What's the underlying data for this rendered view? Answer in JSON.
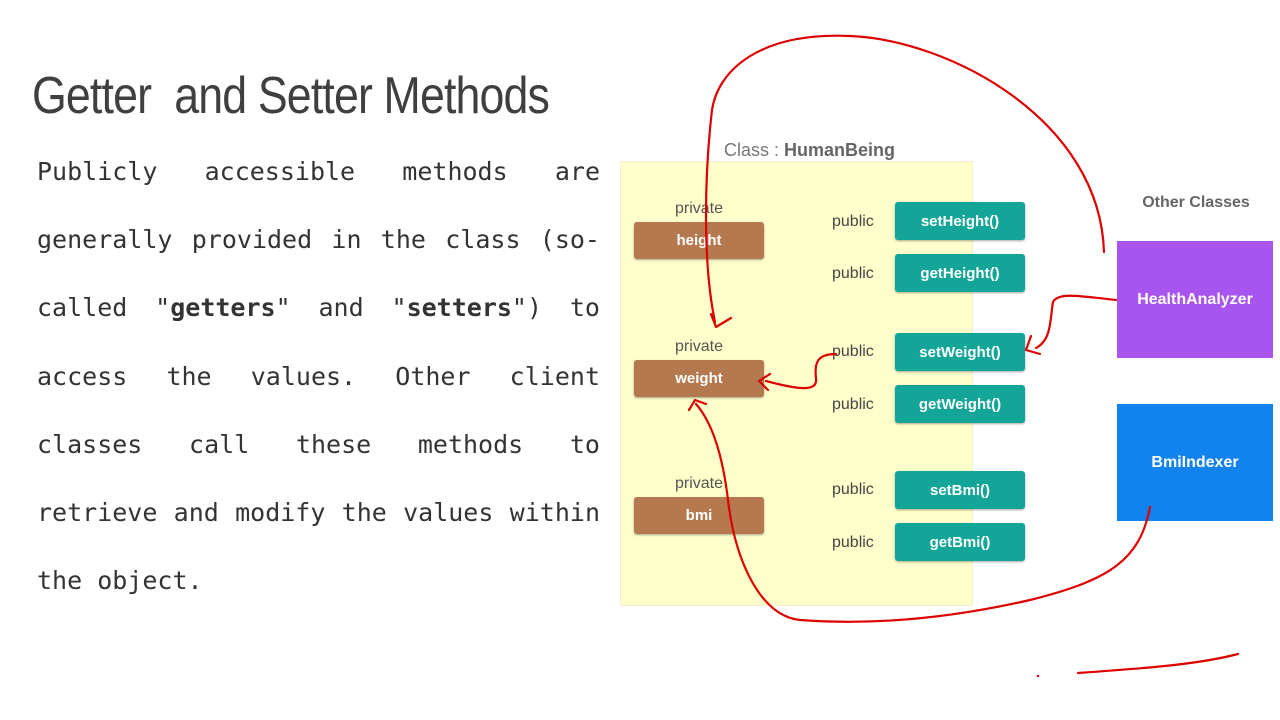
{
  "title": "Getter  and Setter Methods",
  "body": {
    "p1": "Publicly accessible methods are generally provided in the class (so-called \"",
    "getters": "getters",
    "p2": "\" and \"",
    "setters": "setters",
    "p3": "\") to access the values.",
    "p4": "Other client classes call these methods to retrieve and modify the values within the object."
  },
  "diagram": {
    "class_prefix": "Class : ",
    "class_name": "HumanBeing",
    "fields": [
      {
        "modifier": "private",
        "name": "height"
      },
      {
        "modifier": "private",
        "name": "weight"
      },
      {
        "modifier": "private",
        "name": "bmi"
      }
    ],
    "methods": [
      {
        "modifier": "public",
        "name": "setHeight()"
      },
      {
        "modifier": "public",
        "name": "getHeight()"
      },
      {
        "modifier": "public",
        "name": "setWeight()"
      },
      {
        "modifier": "public",
        "name": "getWeight()"
      },
      {
        "modifier": "public",
        "name": "setBmi()"
      },
      {
        "modifier": "public",
        "name": "getBmi()"
      }
    ],
    "other_classes_label": "Other Classes",
    "other_classes": [
      {
        "name": "HealthAnalyzer"
      },
      {
        "name": "BmiIndexer"
      }
    ]
  },
  "colors": {
    "class_bg": "#ffffcc",
    "field": "#b5794f",
    "method": "#13a598",
    "health_analyzer": "#a855f0",
    "bmi_indexer": "#1283ee",
    "annotation": "#dd0000"
  }
}
